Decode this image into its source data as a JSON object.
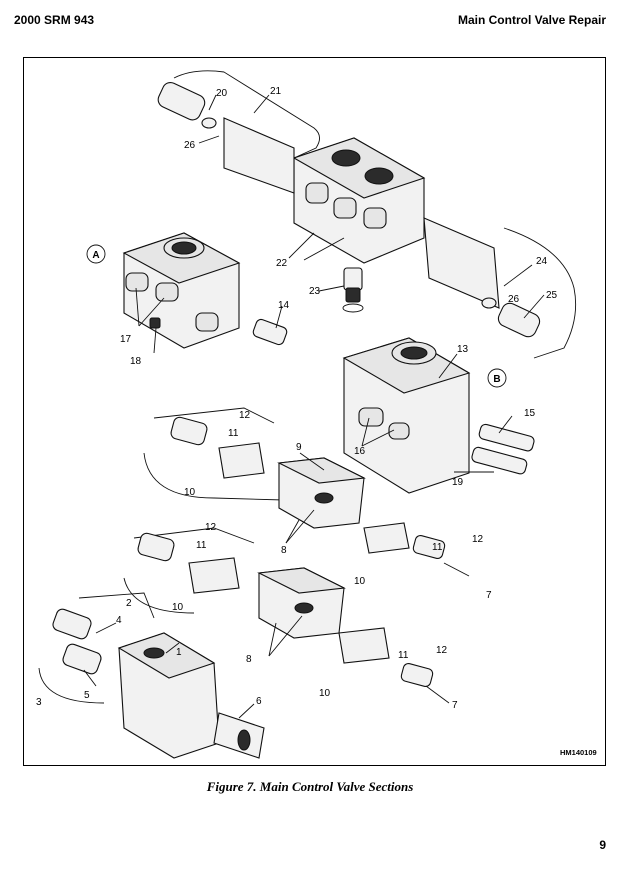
{
  "header": {
    "left": "2000 SRM 943",
    "right": "Main Control Valve Repair"
  },
  "figure": {
    "caption": "Figure 7. Main Control Valve Sections",
    "code": "HM140109",
    "callouts": [
      "A",
      "B"
    ],
    "labels": [
      "1",
      "2",
      "3",
      "4",
      "5",
      "6",
      "7",
      "8",
      "9",
      "10",
      "11",
      "12",
      "13",
      "14",
      "15",
      "16",
      "17",
      "18",
      "19",
      "20",
      "21",
      "22",
      "23",
      "24",
      "25",
      "26"
    ]
  },
  "page_number": "9"
}
